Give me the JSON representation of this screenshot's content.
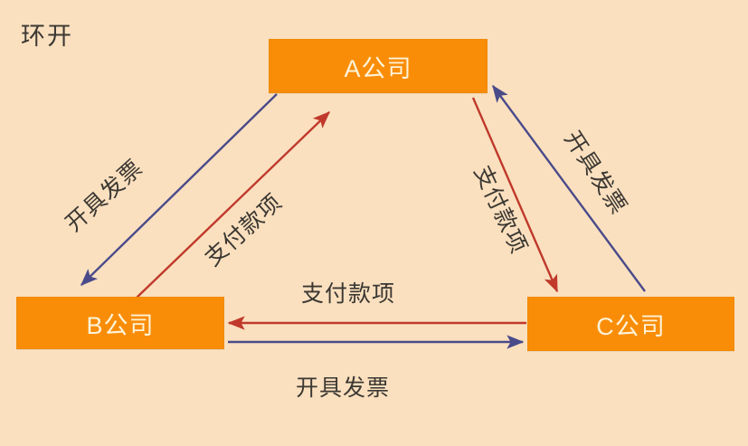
{
  "diagram": {
    "title": "环开",
    "background_color": "#fae0bf",
    "node_fill_color": "#f98d08",
    "node_text_color": "#fdf3d8",
    "payment_arrow_color": "#c0392b",
    "invoice_arrow_color": "#4a4a8a",
    "nodes": [
      {
        "id": "A",
        "label": "A公司"
      },
      {
        "id": "B",
        "label": "B公司"
      },
      {
        "id": "C",
        "label": "C公司"
      }
    ],
    "edges": [
      {
        "id": "ba-invoice",
        "label": "开具发票",
        "from": "A",
        "to": "B",
        "color": "#4a4a8a",
        "kind": "invoice"
      },
      {
        "id": "ba-payment",
        "label": "支付款项",
        "from": "B",
        "to": "A",
        "color": "#c0392b",
        "kind": "payment"
      },
      {
        "id": "ac-payment",
        "label": "支付款项",
        "from": "A",
        "to": "C",
        "color": "#c0392b",
        "kind": "payment"
      },
      {
        "id": "ca-invoice",
        "label": "开具发票",
        "from": "C",
        "to": "A",
        "color": "#4a4a8a",
        "kind": "invoice"
      },
      {
        "id": "cb-payment",
        "label": "支付款项",
        "from": "C",
        "to": "B",
        "color": "#c0392b",
        "kind": "payment"
      },
      {
        "id": "bc-invoice",
        "label": "开具发票",
        "from": "B",
        "to": "C",
        "color": "#4a4a8a",
        "kind": "invoice"
      }
    ]
  }
}
